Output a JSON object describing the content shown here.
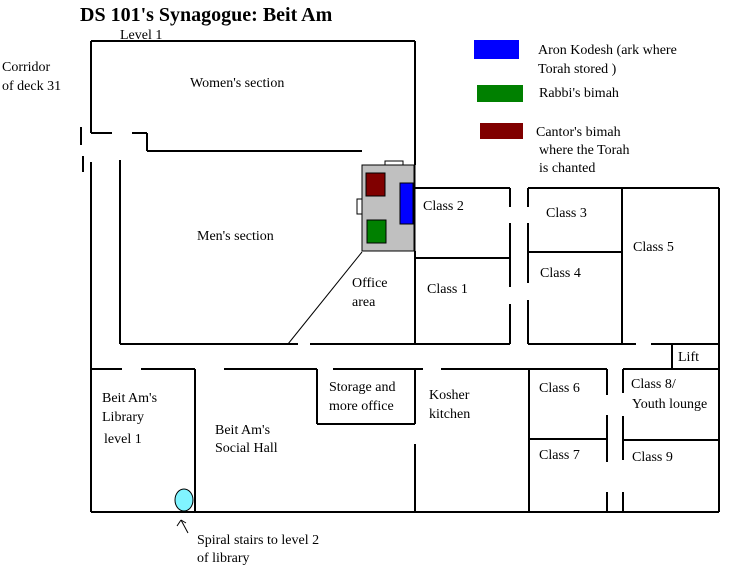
{
  "title": "DS 101's Synagogue: Beit Am",
  "level_label": "Level 1",
  "corridor_label": [
    "Corridor",
    "of deck 31"
  ],
  "rooms": {
    "womens_section": "Women's section",
    "mens_section": "Men's section",
    "office_area": [
      "Office",
      "area"
    ],
    "class_1": "Class 1",
    "class_2": "Class 2",
    "class_3": "Class 3",
    "class_4": "Class 4",
    "class_5": "Class 5",
    "class_6": "Class 6",
    "class_7": "Class 7",
    "class_8": [
      "Class 8/",
      "Youth lounge"
    ],
    "class_9": "Class 9",
    "lift": "Lift",
    "storage": [
      "Storage and",
      "more office"
    ],
    "kosher_kitchen": [
      "Kosher",
      "kitchen"
    ],
    "library": [
      "Beit Am's",
      "Library",
      "level 1"
    ],
    "social_hall": [
      "Beit Am's",
      "Social Hall"
    ]
  },
  "legend": [
    {
      "label_lines": [
        "Aron Kodesh (ark where",
        "Torah stored )"
      ],
      "color": "#0000ff"
    },
    {
      "label_lines": [
        "Rabbi's bimah"
      ],
      "color": "#008000"
    },
    {
      "label_lines": [
        "Cantor's bimah",
        "where the Torah",
        "is chanted"
      ],
      "color": "#800000"
    }
  ],
  "annotation": [
    "Spiral stairs to level 2",
    "of library"
  ],
  "colors": {
    "platform": "#c0c0c0",
    "ark": "#0000ff",
    "rabbi_bimah": "#008000",
    "cantor_bimah": "#800000",
    "spiral_stairs": "#80f4ff"
  }
}
